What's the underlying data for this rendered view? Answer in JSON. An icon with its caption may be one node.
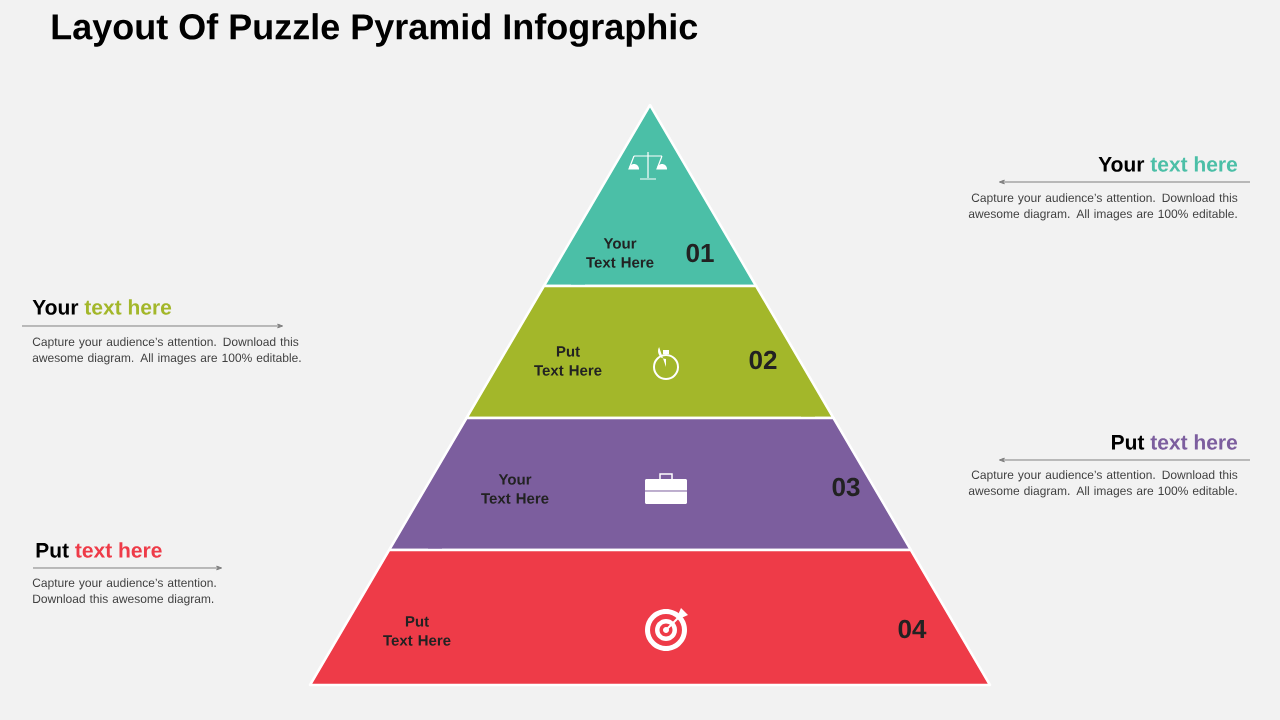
{
  "diagram": {
    "title": "Layout Of Puzzle Pyramid Infographic",
    "nodes": [
      {
        "text": [
          "Your Text Here",
          "01"
        ]
      },
      {
        "text": [
          "Put Text Here",
          "02"
        ]
      },
      {
        "text": [
          "Your Text Here",
          "03"
        ]
      },
      {
        "text": [
          "Put Text Here",
          "04"
        ]
      }
    ],
    "labels": [
      "Your",
      "text here",
      "Capture your audience’s attention. Download this awesome diagram. All images are 100% editable.",
      "Your",
      "text here",
      "Capture your audience’s attention. Download this awesome diagram. All images are 100% editable.",
      "Put",
      "text here",
      "Capture your audience’s attention. Download this awesome diagram. All images are 100% editable.",
      "Put",
      "text here",
      "Capture your audience’s attention. Download this awesome diagram."
    ]
  }
}
